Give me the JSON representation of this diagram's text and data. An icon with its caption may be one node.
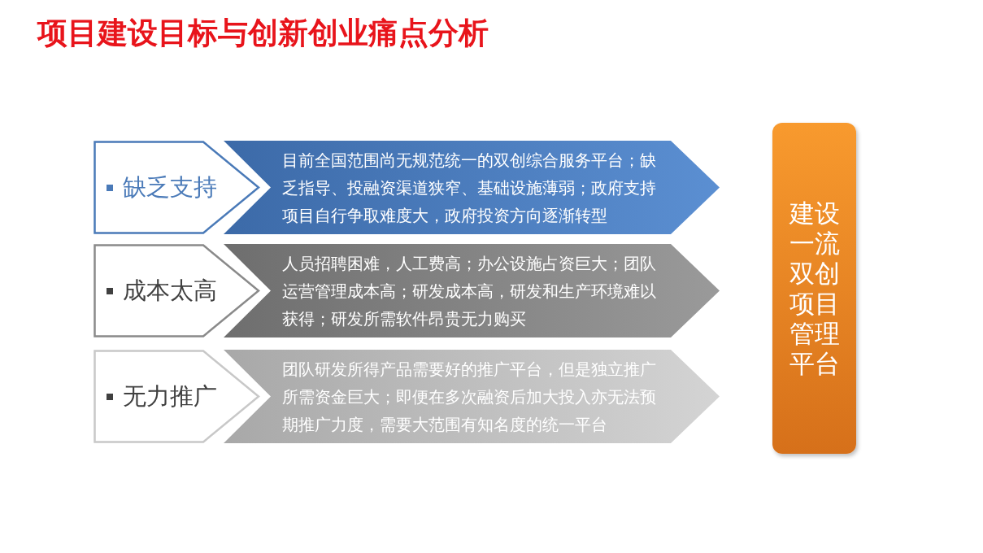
{
  "diagram": {
    "title": "项目建设目标与创新创业痛点分析",
    "nodes": [
      {
        "text": [
          "缺乏支持"
        ]
      },
      {
        "text": [
          "目前全国范围尚无规范统一的双创综合服务平台；缺乏指导、投融资渠道狭窄、基础设施薄弱；政府支持项目自行争取难度大，政府投资方向逐渐转型"
        ]
      },
      {
        "text": [
          "成本太高"
        ]
      },
      {
        "text": [
          "人员招聘困难，人工费高；办公设施占资巨大；团队运营管理成本高；研发成本高，研发和生产环境难以获得；研发所需软件昂贵无力购买"
        ]
      },
      {
        "text": [
          "无力推广"
        ]
      },
      {
        "text": [
          "团队研发所得产品需要好的推广平台，但是独立推广所需资金巨大；即便在多次融资后加大投入亦无法预期推广力度，需要大范围有知名度的统一平台"
        ]
      },
      {
        "text": [
          "建设一流双创项目管理平台"
        ]
      }
    ]
  }
}
